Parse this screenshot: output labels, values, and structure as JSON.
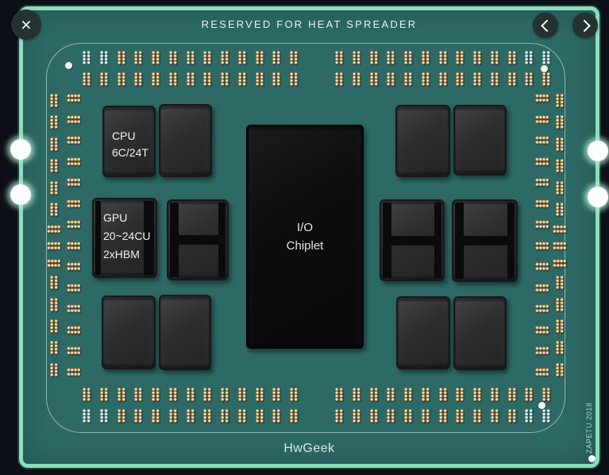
{
  "window": {
    "close_glyph": "×",
    "prev_direction": "left",
    "next_direction": "right"
  },
  "board": {
    "heading": "RESERVED FOR HEAT SPREADER",
    "brand": "HwGeek",
    "credit": "ZAPETU 2018",
    "chiplets": {
      "cpu": [
        "CPU",
        "6C/24T"
      ],
      "gpu": [
        "GPU",
        "20~24CU",
        "2xHBM"
      ],
      "io": [
        "I/O",
        "Chiplet"
      ]
    },
    "pins": {
      "top_bottom_group": 13,
      "side_column": 14,
      "white_ends": 2
    },
    "colors": {
      "pcb_teal": "#2d6a66",
      "frame_mint": "#8fdcba",
      "pin_gold": "#d8ad6e",
      "pin_white": "#f8faf7",
      "die_gray": "#2d2d30",
      "io_black": "#0d0d0f",
      "button_dark": "#243231",
      "heading_text": "#e9f5ef"
    }
  }
}
